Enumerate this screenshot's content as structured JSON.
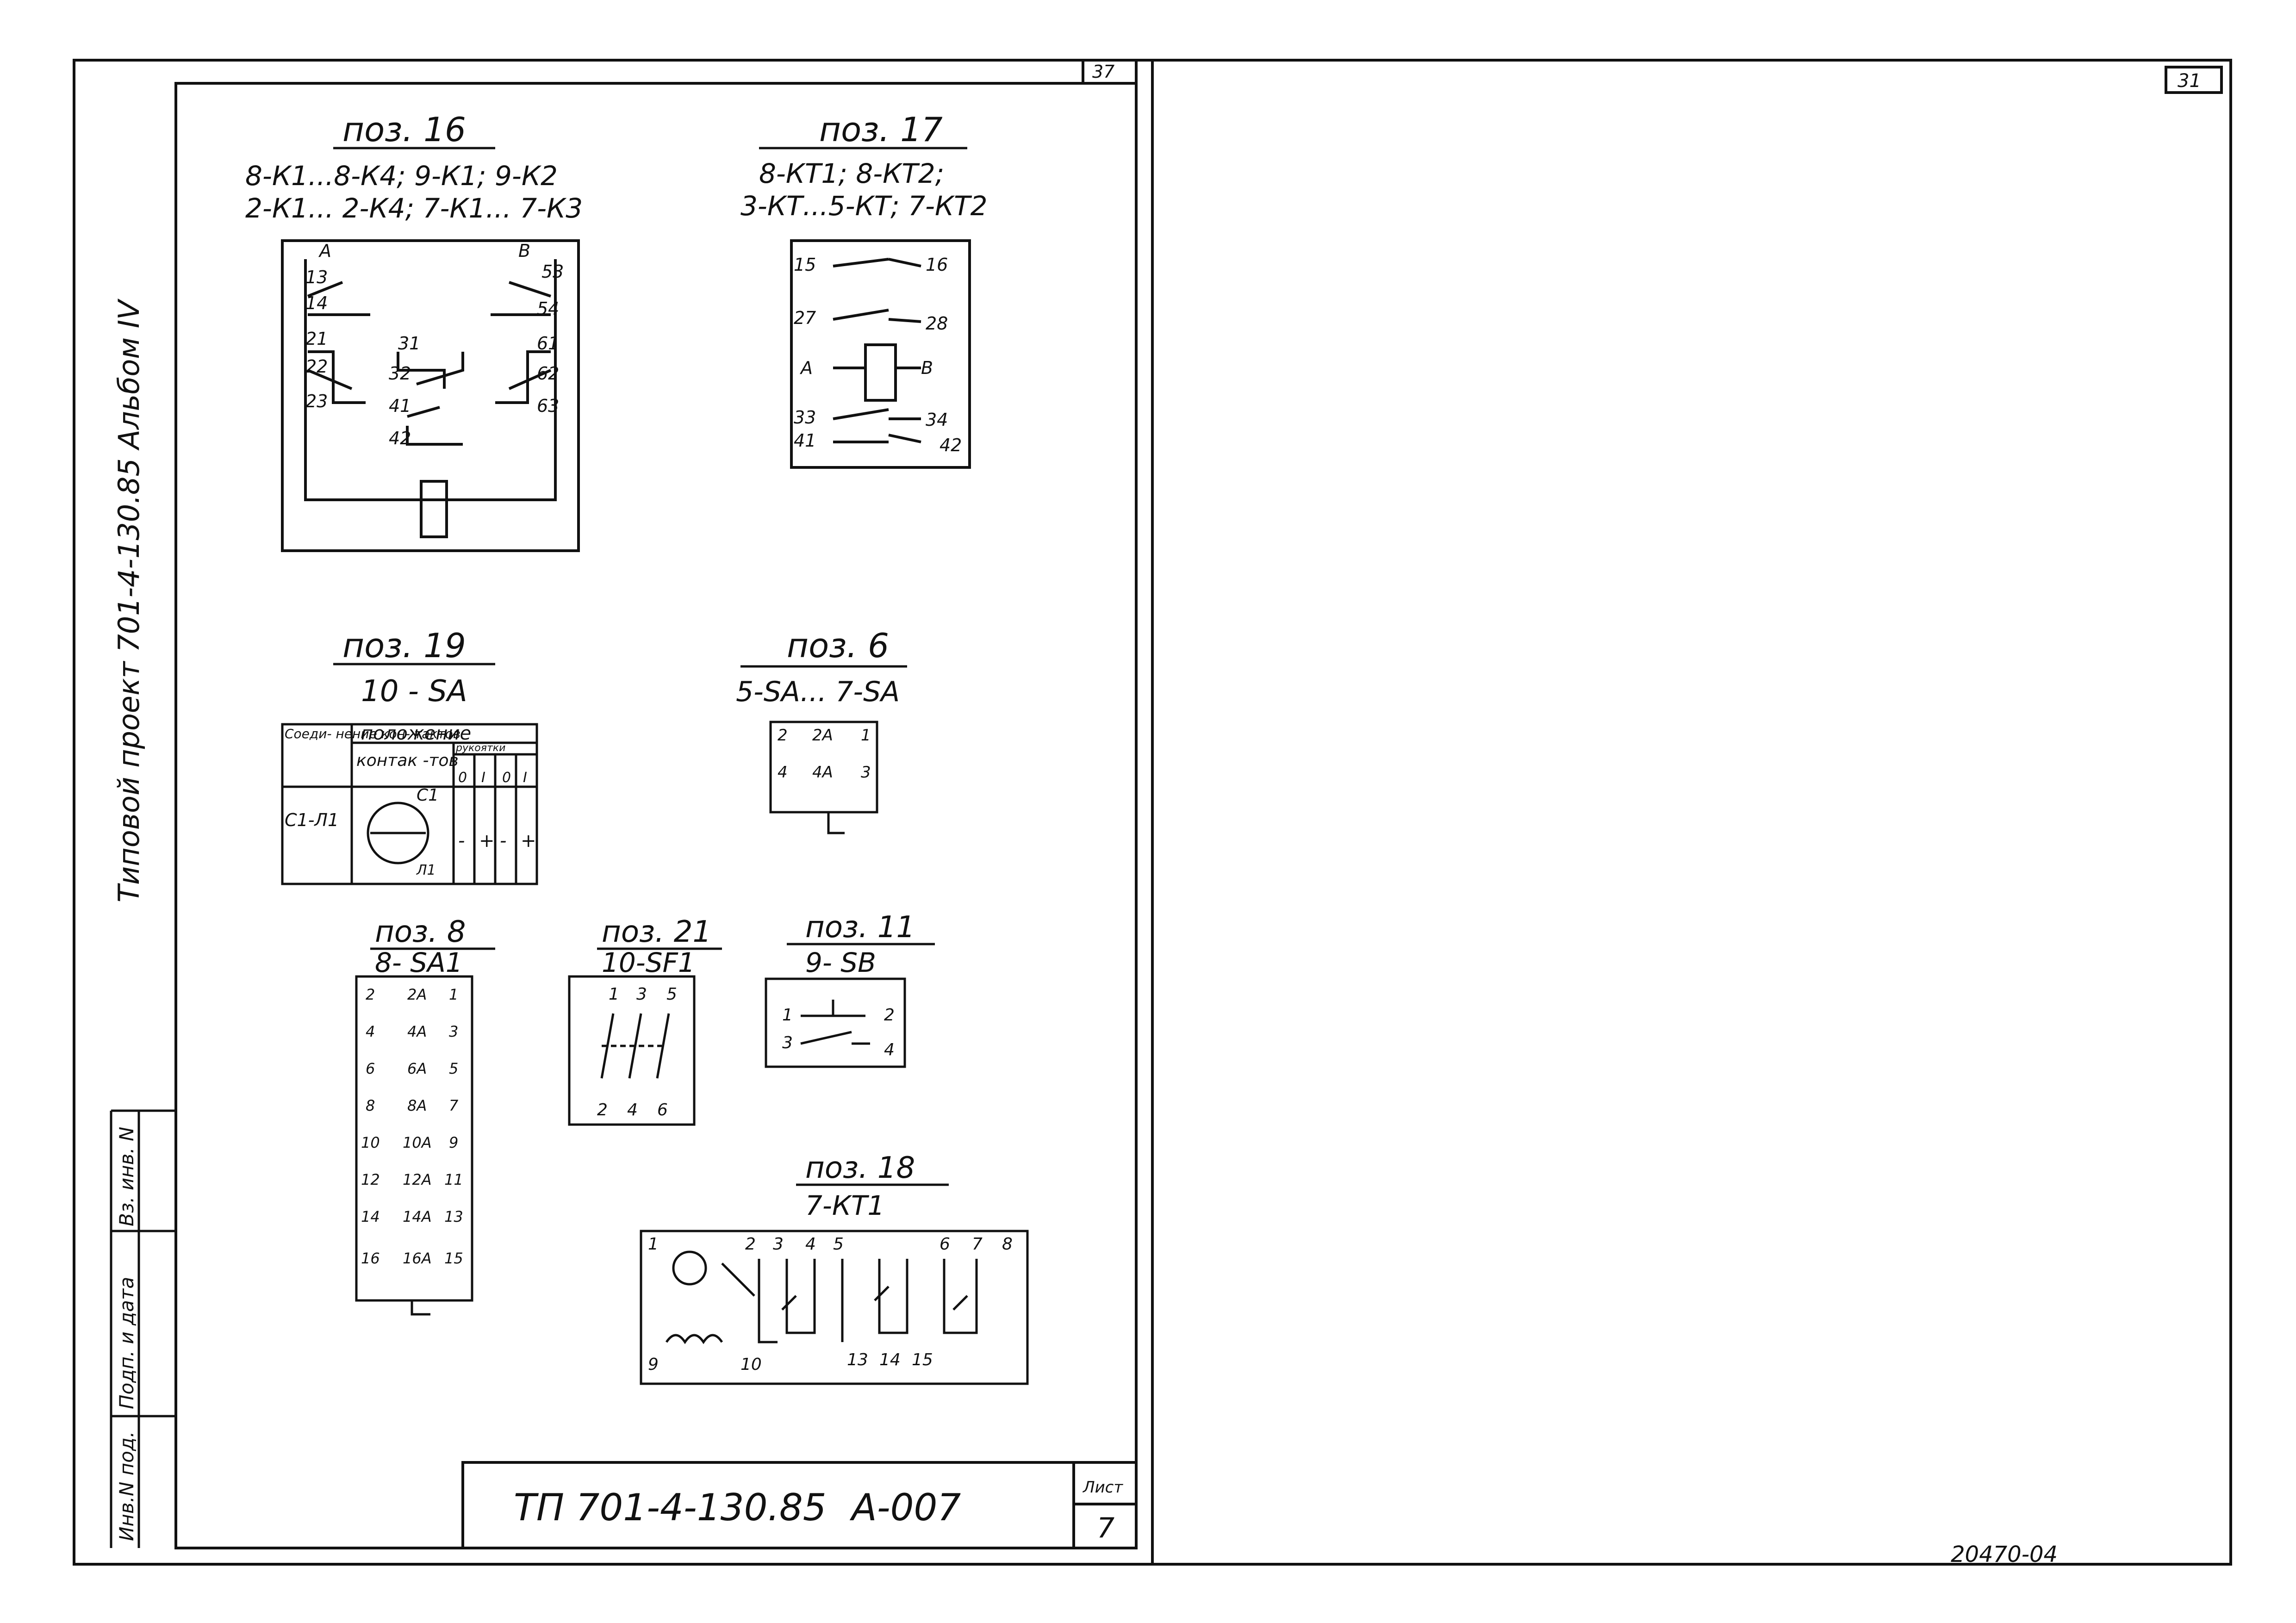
{
  "left_sheet": {
    "page_top_number": "37",
    "margin_vertical_text": "Типовой проект 701-4-130.85 Альбом IV",
    "margin_cells": [
      "Инв.N под.",
      "Подп. и дата",
      "Вз. инв. N"
    ],
    "title_block": {
      "code": "ТП 701-4-130.85",
      "sheet_code": "А-007",
      "sheet_label": "Лист",
      "sheet_number": "7"
    },
    "pos16": {
      "title": "поз. 16",
      "line1": "8-К1...8-К4; 9-К1; 9-К2",
      "line2": "2-К1... 2-К4; 7-К1... 7-К3",
      "terminals": [
        "А",
        "13",
        "14",
        "21",
        "22",
        "23",
        "31",
        "32",
        "41",
        "42",
        "В",
        "53",
        "54",
        "61",
        "62",
        "63"
      ]
    },
    "pos17": {
      "title": "поз. 17",
      "line1": "8-КТ1; 8-КТ2;",
      "line2": "3-КТ...5-КТ; 7-КТ2",
      "terminals": [
        "15",
        "16",
        "27",
        "28",
        "А",
        "В",
        "33",
        "34",
        "41",
        "42"
      ]
    },
    "pos19": {
      "title": "поз. 19",
      "sub": "10 - SА",
      "col1_header": "Соеди- нение кон- тактов",
      "col2_header": "положение",
      "col2a_header": "контак -тов",
      "col2b_header": "рукоятки",
      "positions": [
        "0",
        "I",
        "0",
        "I"
      ],
      "row_label": "С1-Л1",
      "contact_top": "С1",
      "contact_bottom": "Л1",
      "marks": [
        "-",
        "+",
        "-",
        "+"
      ]
    },
    "pos6": {
      "title": "поз. 6",
      "sub": "5-SА... 7-SА",
      "rows": [
        [
          "2",
          "2А",
          "1"
        ],
        [
          "4",
          "4А",
          "3"
        ]
      ]
    },
    "pos8": {
      "title": "поз. 8",
      "sub": "8- SА1",
      "rows": [
        [
          "2",
          "2А",
          "1"
        ],
        [
          "4",
          "4А",
          "3"
        ],
        [
          "6",
          "6А",
          "5"
        ],
        [
          "8",
          "8А",
          "7"
        ],
        [
          "10",
          "10А",
          "9"
        ],
        [
          "12",
          "12А",
          "11"
        ],
        [
          "14",
          "14А",
          "13"
        ],
        [
          "16",
          "16А",
          "15"
        ]
      ]
    },
    "pos21": {
      "title": "поз. 21",
      "sub": "10-SF1",
      "top": [
        "1",
        "3",
        "5"
      ],
      "bottom": [
        "2",
        "4",
        "6"
      ]
    },
    "pos11": {
      "title": "поз. 11",
      "sub": "9- SВ",
      "terminals": [
        "1",
        "2",
        "3",
        "4"
      ]
    },
    "pos18": {
      "title": "поз. 18",
      "sub": "7-КТ1",
      "top": [
        "1",
        "2",
        "3",
        "4",
        "5",
        "6",
        "7",
        "8"
      ],
      "bottom": [
        "9",
        "10",
        "13",
        "14",
        "15"
      ]
    }
  },
  "right_sheet": {
    "page_top_number": "31",
    "bottom_code": "20470-04"
  }
}
